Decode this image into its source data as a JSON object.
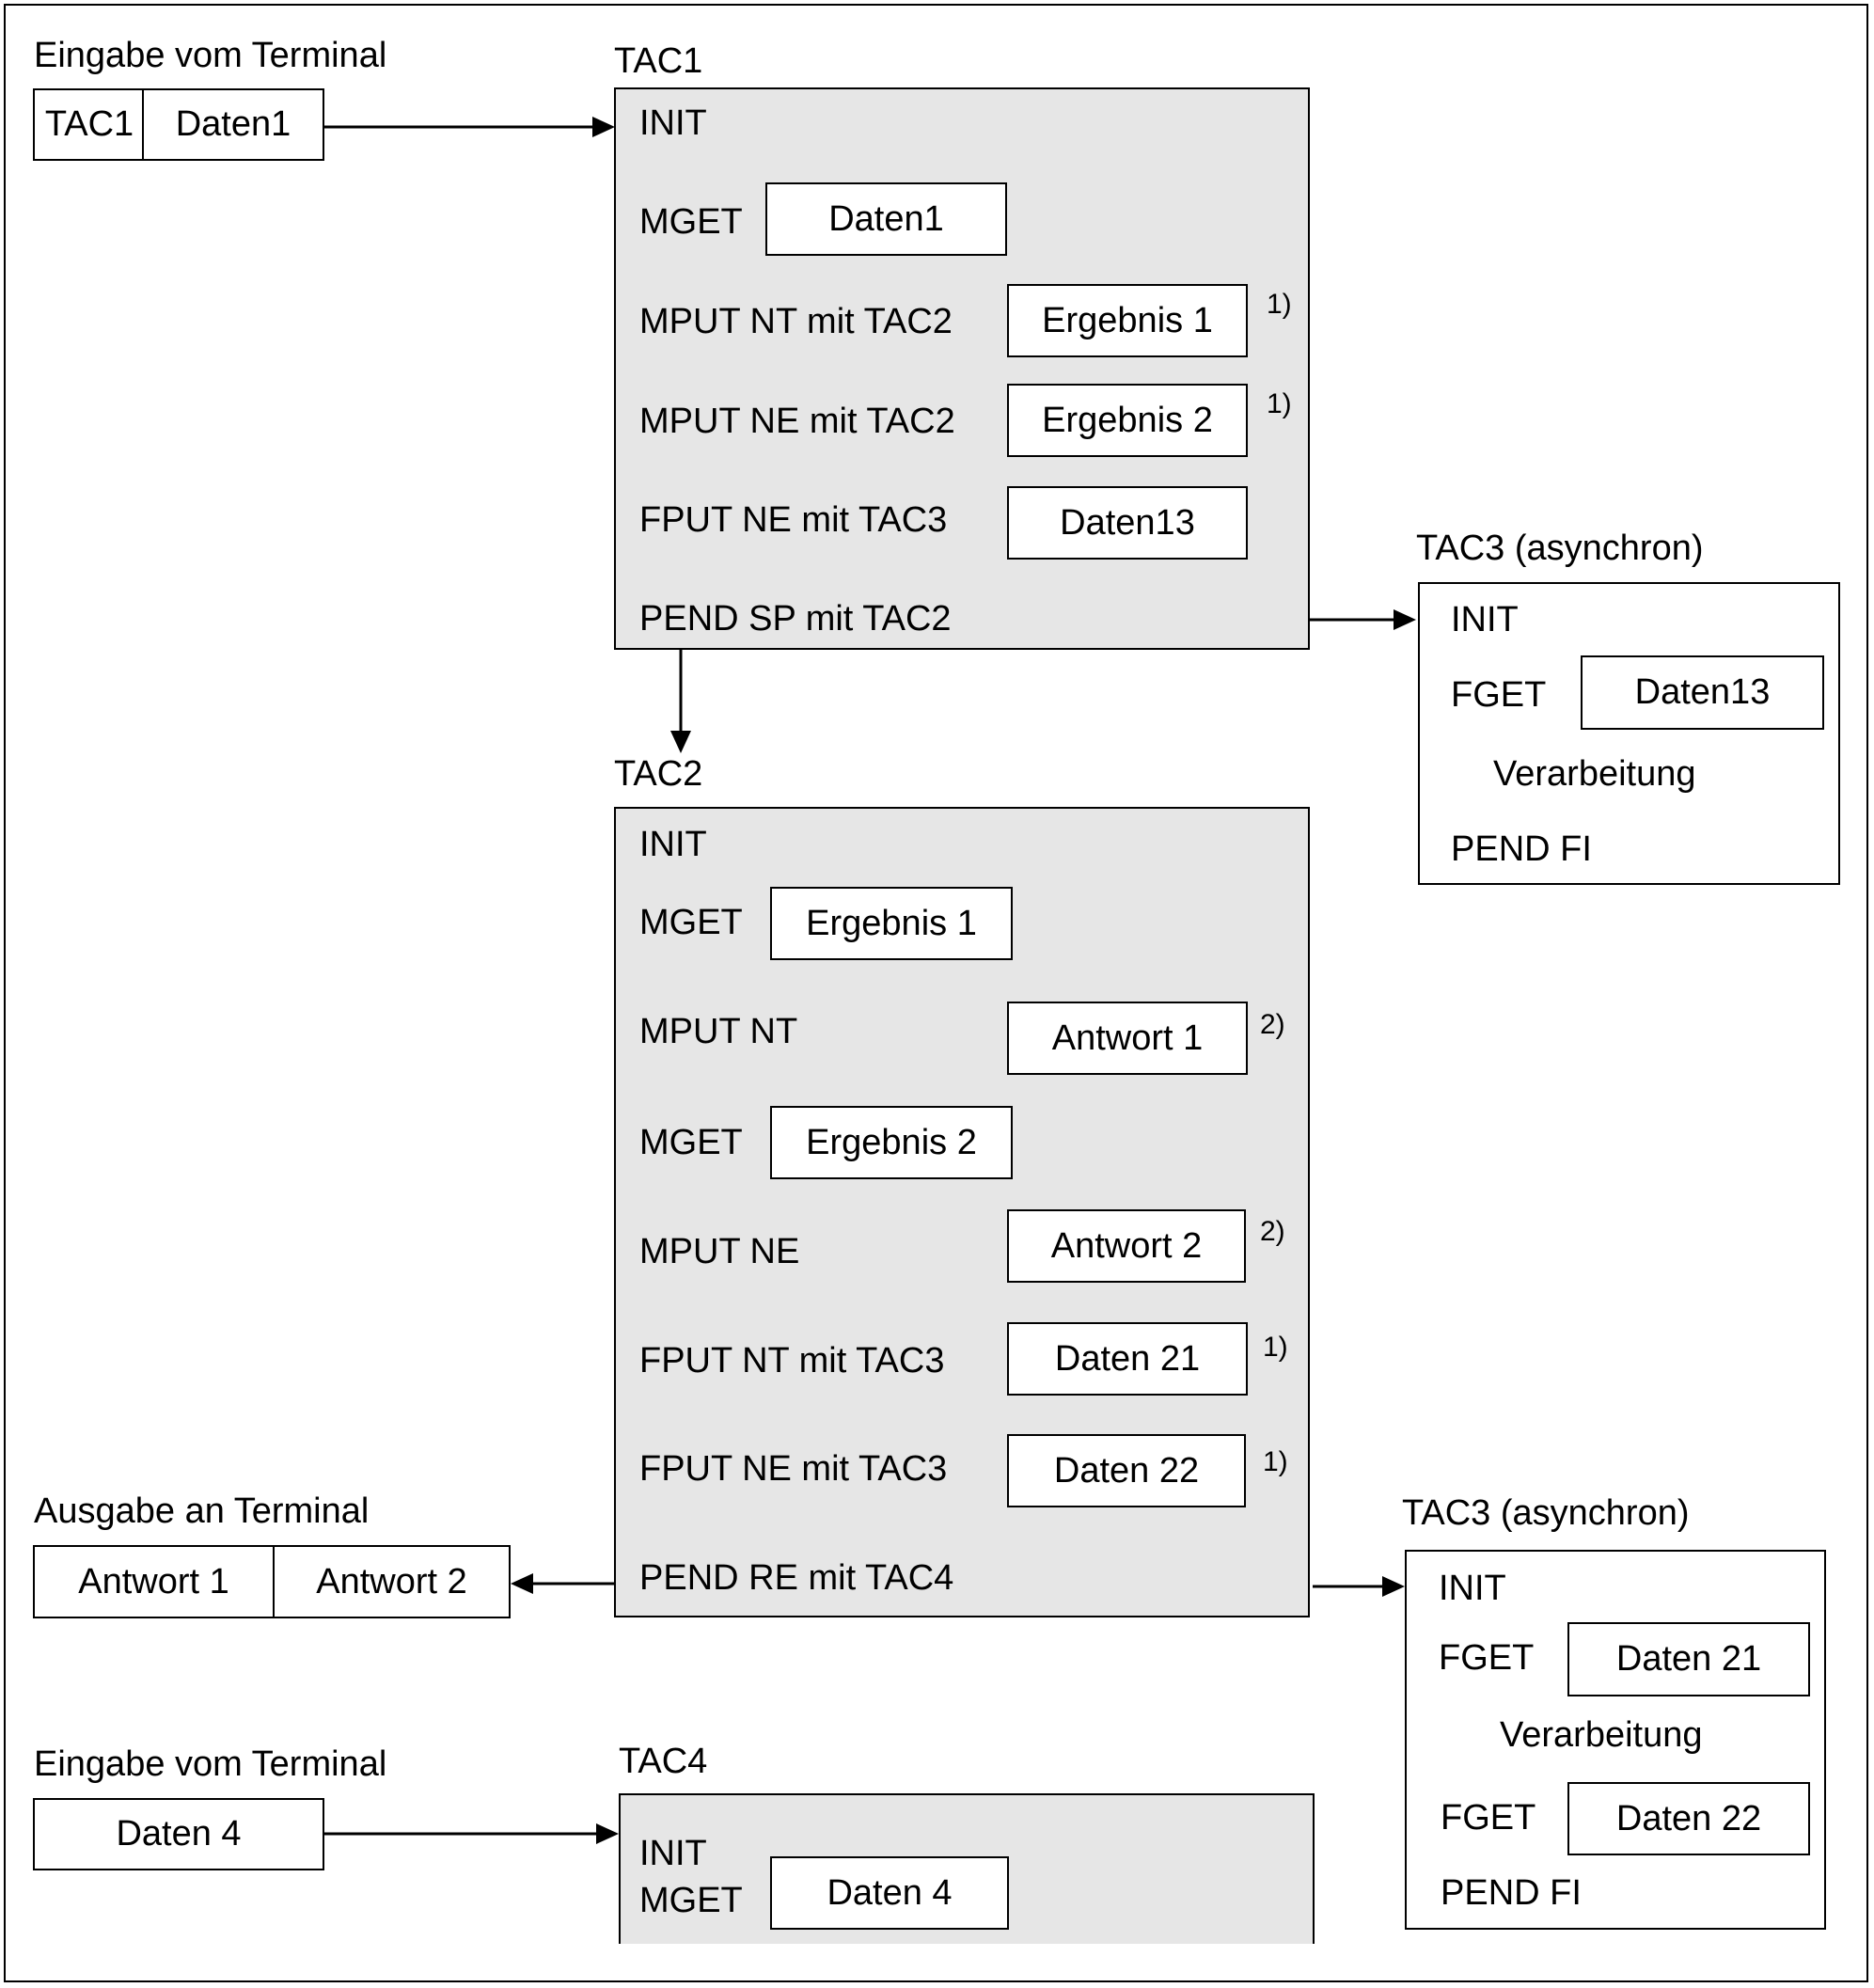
{
  "tac1_section": {
    "input_label": "Eingabe vom Terminal",
    "input_cells": [
      "TAC1",
      "Daten1"
    ],
    "title": "TAC1",
    "init": "INIT",
    "mget": "MGET",
    "mget_data": "Daten1",
    "mput_nt": "MPUT NT mit TAC2",
    "mput_nt_data": "Ergebnis 1",
    "mput_ne": "MPUT NE mit TAC2",
    "mput_ne_data": "Ergebnis 2",
    "fput_ne": "FPUT NE mit TAC3",
    "fput_ne_data": "Daten13",
    "pend": "PEND SP mit TAC2",
    "note1": "1)",
    "note2": "1)"
  },
  "tac3_first": {
    "title": "TAC3 (asynchron)",
    "init": "INIT",
    "fget": "FGET",
    "fget_data": "Daten13",
    "processing": "Verarbeitung",
    "pend": "PEND FI"
  },
  "tac2_section": {
    "title": "TAC2",
    "init": "INIT",
    "mget1": "MGET",
    "mget1_data": "Ergebnis 1",
    "mput_nt": "MPUT NT",
    "mput_nt_data": "Antwort 1",
    "mget2": "MGET",
    "mget2_data": "Ergebnis 2",
    "mput_ne": "MPUT NE",
    "mput_ne_data": "Antwort 2",
    "fput_nt": "FPUT NT mit TAC3",
    "fput_nt_data": "Daten 21",
    "fput_ne": "FPUT NE mit TAC3",
    "fput_ne_data": "Daten 22",
    "pend": "PEND RE mit TAC4",
    "note_mput_nt": "2)",
    "note_mput_ne": "2)",
    "note_fput_nt": "1)",
    "note_fput_ne": "1)"
  },
  "output_section": {
    "label": "Ausgabe an Terminal",
    "cells": [
      "Antwort 1",
      "Antwort 2"
    ]
  },
  "tac3_second": {
    "title": "TAC3 (asynchron)",
    "init": "INIT",
    "fget1": "FGET",
    "fget1_data": "Daten 21",
    "processing": "Verarbeitung",
    "fget2": "FGET",
    "fget2_data": "Daten 22",
    "pend": "PEND FI"
  },
  "tac4_section": {
    "input_label": "Eingabe vom Terminal",
    "input_cell": "Daten 4",
    "title": "TAC4",
    "init": "INIT",
    "mget": "MGET",
    "mget_data": "Daten 4"
  },
  "colors": {
    "program_fill": "#e6e6e6",
    "line": "#000000"
  }
}
